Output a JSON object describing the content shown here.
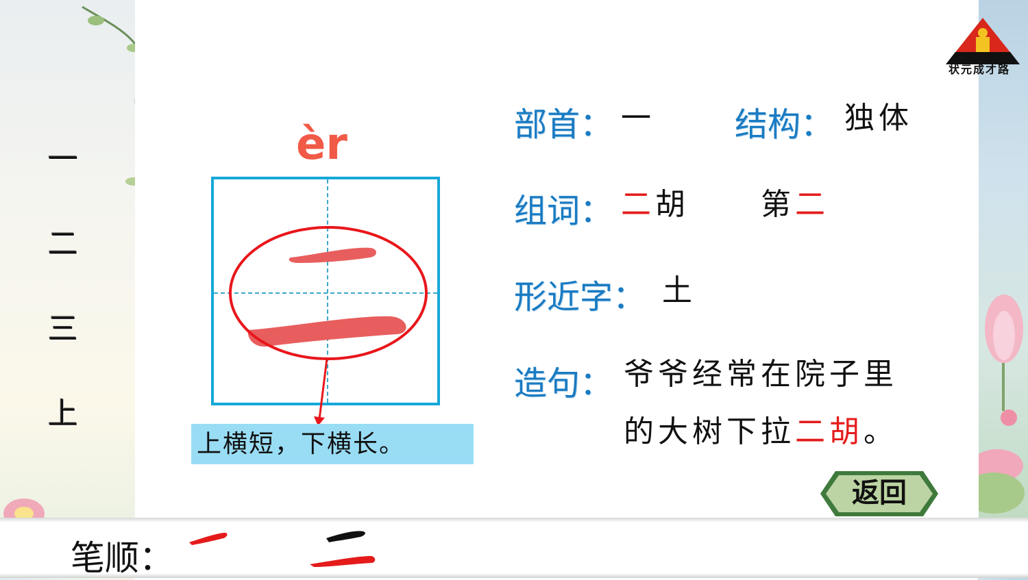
{
  "brand": {
    "logo_text": "状元成才路",
    "icon": "crown-shield-triangle-logo"
  },
  "char_list": [
    "一",
    "二",
    "三",
    "上"
  ],
  "main_char": {
    "character": "二",
    "pinyin": "èr",
    "stroke_color": "#e85e5e",
    "pinyin_color": "#f05a46",
    "grid_border_color": "#16a8d8"
  },
  "tip": {
    "text": "上横短，下横长。"
  },
  "info": {
    "radical": {
      "label": "部首",
      "colon": "：",
      "value": "一"
    },
    "structure": {
      "label": "结构",
      "colon": "：",
      "value": "独体"
    },
    "words": {
      "label": "组词",
      "colon": "：",
      "items": [
        {
          "red": "二",
          "black": "胡",
          "order": "red-first"
        },
        {
          "black": "第",
          "red": "二",
          "order": "black-first"
        }
      ]
    },
    "similar": {
      "label": "形近字",
      "colon": "：",
      "value": "土"
    },
    "sentence": {
      "label": "造句",
      "colon": "：",
      "line1": "爷爷经常在院子里",
      "line2_black": "的大树下拉",
      "line2_red": "二胡",
      "line2_end": "。"
    }
  },
  "back_button": {
    "label": "返回"
  },
  "stroke_order": {
    "label": "笔顺：",
    "steps": 2
  },
  "colors": {
    "label_blue": "#1a7bc2",
    "highlight_red": "#e51b1b",
    "tip_bg": "#99ddf5"
  }
}
